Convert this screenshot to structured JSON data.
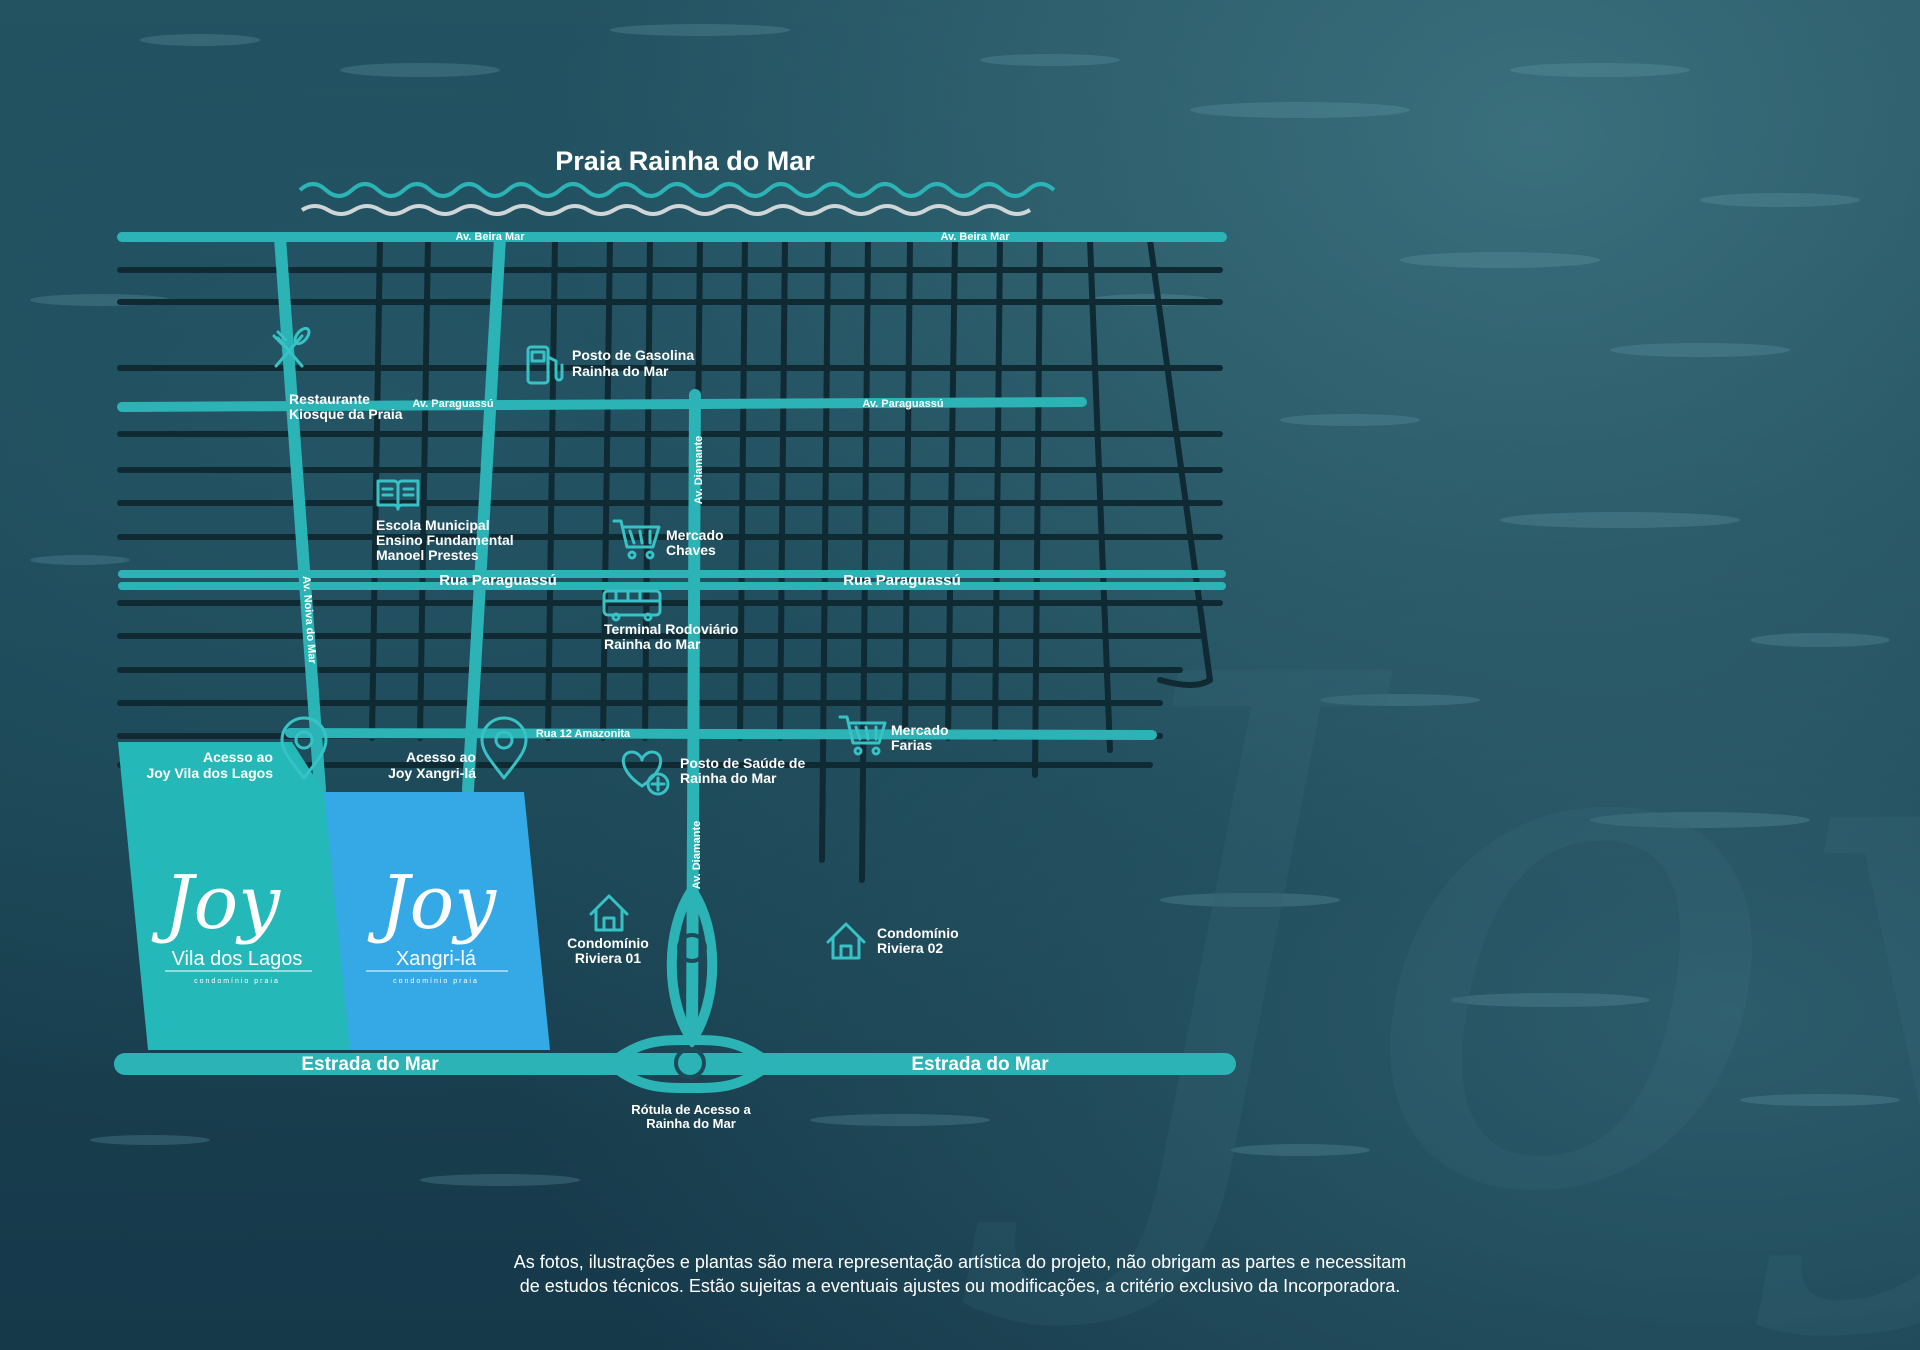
{
  "title": "Praia Rainha do Mar",
  "roads": {
    "beira_mar_left": "Av. Beira Mar",
    "beira_mar_right": "Av. Beira Mar",
    "paraguassu_av_left": "Av. Paraguassú",
    "paraguassu_av_right": "Av. Paraguassú",
    "paraguassu_rua_left": "Rua Paraguassú",
    "paraguassu_rua_right": "Rua Paraguassú",
    "noiva_do_mar": "Av. Noiva do Mar",
    "diamante_top": "Av. Diamante",
    "diamante_bottom": "Av. Diamante",
    "amazonita": "Rua 12 Amazonita",
    "estrada_left": "Estrada do Mar",
    "estrada_right": "Estrada do Mar"
  },
  "pois": {
    "restaurante": [
      "Restaurante",
      "Kiosque da Praia"
    ],
    "posto": [
      "Posto de Gasolina",
      "Rainha do Mar"
    ],
    "escola": [
      "Escola Municipal",
      "Ensino Fundamental",
      "Manoel Prestes"
    ],
    "mercado_chaves": [
      "Mercado",
      "Chaves"
    ],
    "terminal": [
      "Terminal Rodoviário",
      "Rainha do Mar"
    ],
    "mercado_farias": [
      "Mercado",
      "Farias"
    ],
    "posto_saude": [
      "Posto de Saúde de",
      "Rainha do Mar"
    ],
    "acesso_vila": [
      "Acesso ao",
      "Joy Vila dos Lagos"
    ],
    "acesso_xangri": [
      "Acesso ao",
      "Joy Xangri-lá"
    ],
    "riviera01": [
      "Condomínio",
      "Riviera 01"
    ],
    "riviera02": [
      "Condomínio",
      "Riviera 02"
    ],
    "rotula": [
      "Rótula de Acesso a",
      "Rainha do Mar"
    ]
  },
  "brands": {
    "vila": {
      "logo": "Joy",
      "name": "Vila dos Lagos",
      "sub": "condomínio praia"
    },
    "xangri": {
      "logo": "Joy",
      "name": "Xangri-lá",
      "sub": "condomínio praia"
    }
  },
  "icons": {
    "restaurante": "fork-knife-icon",
    "posto": "fuel-pump-icon",
    "escola": "book-icon",
    "mercado": "cart-icon",
    "terminal": "bus-icon",
    "saude": "heart-plus-icon",
    "pin": "map-pin-icon",
    "casa": "house-icon"
  },
  "colors": {
    "road": "#2bb3b6",
    "icon": "#37c2c6",
    "vila": "#25b8b8",
    "xangri": "#35a9e6",
    "street_dark": "#0f2a33"
  },
  "disclaimer": [
    "As fotos, ilustrações e plantas são mera representação artística do projeto, não obrigam as partes e necessitam",
    "de estudos técnicos. Estão sujeitas a eventuais ajustes ou modificações, a critério exclusivo da Incorporadora."
  ]
}
